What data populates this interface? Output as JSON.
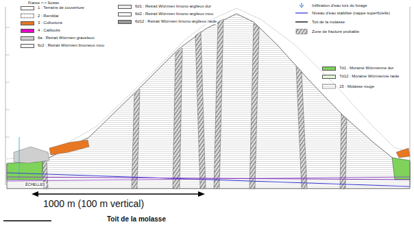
{
  "diagram": {
    "labels": [
      "France <-> Suisse",
      "ÉCHELLES",
      "1000 m (100 m vertical)",
      "Toit de la molasse"
    ],
    "legend": [
      {
        "text": "1 : Terrains de couverture",
        "color": "#ffffff"
      },
      {
        "text": "2 : Remblai"
      },
      {
        "text": "3 : Colluvions",
        "color": "#e87722"
      },
      {
        "text": "4 : Cailloutis",
        "color": "#e600c8"
      },
      {
        "text": "6a : Retrait Würmien graveleux",
        "color": "#d0d0d0"
      },
      {
        "text": "6c2 : Retrait Würmien limoneux mou",
        "color": "#f3f3f3"
      },
      {
        "text": "6d1 : Retrait Würmien limono-argileux dur",
        "color": "#eeeeee"
      },
      {
        "text": "6d2 : Retrait Würmien limono-argileux mou",
        "color": "#f7f7f7"
      },
      {
        "text": "6d12 : Retrait Würmien limono-argileux raide",
        "color": "#999999"
      },
      {
        "text": "Infiltration d'eau lors du forage"
      },
      {
        "text": "Niveau d'eau stabilisé (nappe superficielle)"
      },
      {
        "text": "Toit de la molasse"
      },
      {
        "text": "Zone de fracture probable"
      },
      {
        "text": "7d1 : Moraine Würmienne dur",
        "color": "#7fd35a"
      },
      {
        "text": "7d12 : Moraine Würmienne raide",
        "color": "#e3f3d6"
      },
      {
        "text": "15 : Molasse rouge"
      }
    ]
  }
}
